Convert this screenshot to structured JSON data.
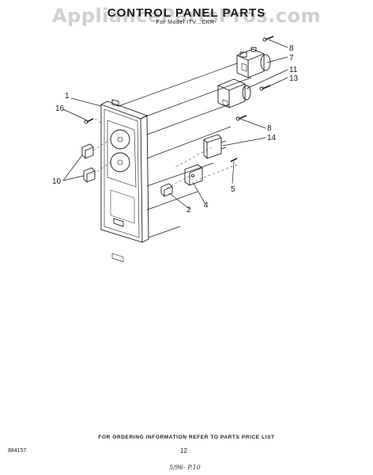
{
  "header": {
    "title": "CONTROL PANEL PARTS",
    "subtitle": "For Model ITV...CKR-"
  },
  "watermark": "AppliancePartsPros.com",
  "callouts": [
    {
      "id": "1",
      "label": "1"
    },
    {
      "id": "16",
      "label": "16"
    },
    {
      "id": "10",
      "label": "10"
    },
    {
      "id": "8a",
      "label": "8"
    },
    {
      "id": "7",
      "label": "7"
    },
    {
      "id": "11",
      "label": "11"
    },
    {
      "id": "13",
      "label": "13"
    },
    {
      "id": "8b",
      "label": "8"
    },
    {
      "id": "14",
      "label": "14"
    },
    {
      "id": "5",
      "label": "5"
    },
    {
      "id": "4",
      "label": "4"
    },
    {
      "id": "2",
      "label": "2"
    }
  ],
  "footer": {
    "ordering_note": "FOR ORDERING INFORMATION REFER TO PARTS PRICE LIST",
    "doc_number": "884157",
    "page_number": "12",
    "handwritten_note": "5/96- P.10"
  }
}
